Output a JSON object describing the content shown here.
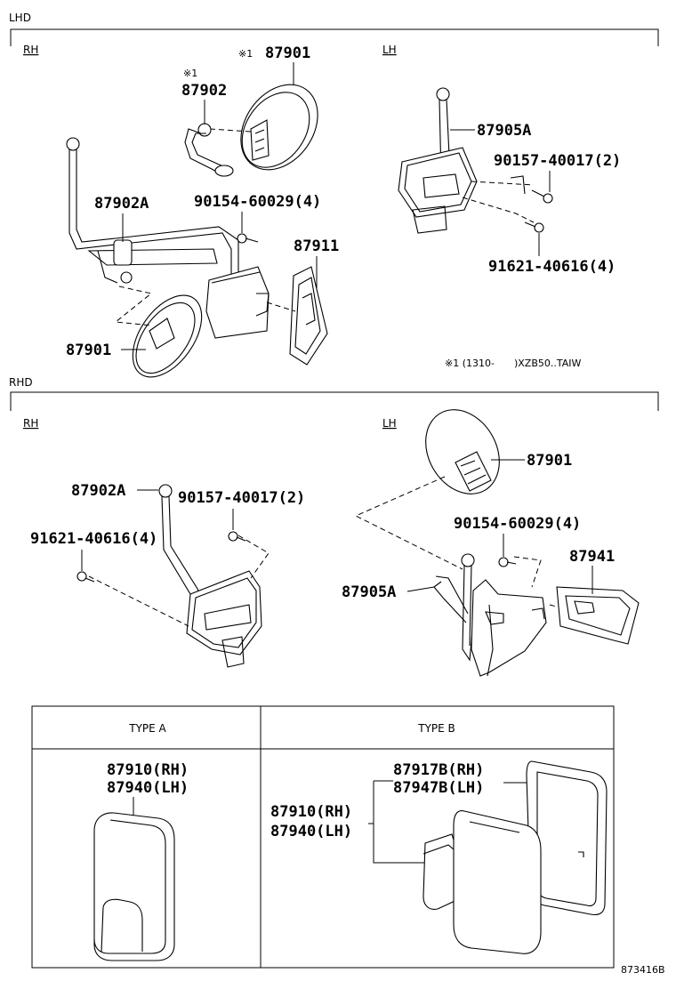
{
  "sections": {
    "lhd": "LHD",
    "rhd": "RHD",
    "lhd_rh": "RH",
    "lhd_lh": "LH",
    "rhd_rh": "RH",
    "rhd_lh": "LH"
  },
  "lhd_rh_parts": {
    "mark_87901": "※1",
    "p87901_top": "87901",
    "mark_87902": "※1",
    "p87902": "87902",
    "p87902A": "87902A",
    "p90154": "90154-60029(4)",
    "p87911": "87911",
    "p87901_bottom": "87901"
  },
  "lhd_lh_parts": {
    "p87905A": "87905A",
    "p90157": "90157-40017(2)",
    "p91621": "91621-40616(4)"
  },
  "note": "※1 (1310-　　)XZB50..TAIW",
  "rhd_rh_parts": {
    "p87902A": "87902A",
    "p90157": "90157-40017(2)",
    "p91621": "91621-40616(4)"
  },
  "rhd_lh_parts": {
    "p87901": "87901",
    "p90154": "90154-60029(4)",
    "p87941": "87941",
    "p87905A": "87905A"
  },
  "type_table": {
    "type_a": "TYPE A",
    "type_b": "TYPE B",
    "a_rh": "87910(RH)",
    "a_lh": "87940(LH)",
    "b_glass_rh": "87917B(RH)",
    "b_glass_lh": "87947B(LH)",
    "b_rh": "87910(RH)",
    "b_lh": "87940(LH)"
  },
  "diagram_id": "873416B"
}
